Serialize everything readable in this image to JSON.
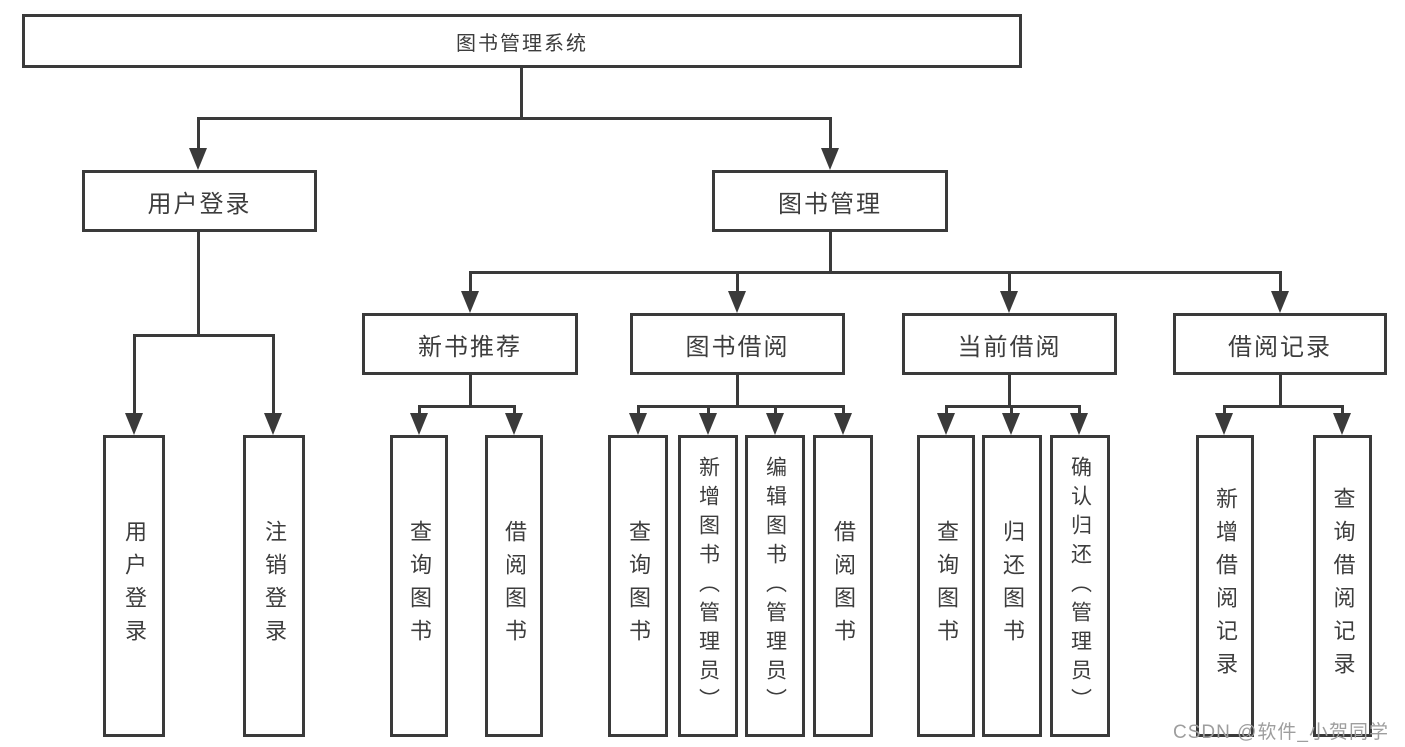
{
  "diagram_title": "图书管理系统",
  "colors": {
    "line": "#3a3a3a",
    "border": "#3a3a3a",
    "text": "#3d3d3d",
    "watermark": "#9e9e9e",
    "background": "#ffffff"
  },
  "nodes": {
    "root": {
      "label": "图书管理系统"
    },
    "user_login": {
      "label": "用户登录"
    },
    "book_mgmt": {
      "label": "图书管理"
    },
    "new_book_rec": {
      "label": "新书推荐"
    },
    "book_borrow": {
      "label": "图书借阅"
    },
    "current_borrow": {
      "label": "当前借阅"
    },
    "borrow_record": {
      "label": "借阅记录"
    },
    "leaf_user_login": {
      "label": "用户登录"
    },
    "leaf_logout": {
      "label": "注销登录"
    },
    "leaf_query_book_a": {
      "label": "查询图书"
    },
    "leaf_borrow_book_a": {
      "label": "借阅图书"
    },
    "leaf_query_book_b": {
      "label": "查询图书"
    },
    "leaf_add_book": {
      "label": "新增图书（管理员）"
    },
    "leaf_edit_book": {
      "label": "编辑图书（管理员）"
    },
    "leaf_borrow_book_b": {
      "label": "借阅图书"
    },
    "leaf_query_book_c": {
      "label": "查询图书"
    },
    "leaf_return_book": {
      "label": "归还图书"
    },
    "leaf_confirm_return": {
      "label": "确认归还（管理员）"
    },
    "leaf_add_record": {
      "label": "新增借阅记录"
    },
    "leaf_query_record": {
      "label": "查询借阅记录"
    }
  },
  "hierarchy": {
    "图书管理系统": {
      "用户登录": [
        "用户登录",
        "注销登录"
      ],
      "图书管理": {
        "新书推荐": [
          "查询图书",
          "借阅图书"
        ],
        "图书借阅": [
          "查询图书",
          "新增图书（管理员）",
          "编辑图书（管理员）",
          "借阅图书"
        ],
        "当前借阅": [
          "查询图书",
          "归还图书",
          "确认归还（管理员）"
        ],
        "借阅记录": [
          "新增借阅记录",
          "查询借阅记录"
        ]
      }
    }
  },
  "watermark": {
    "text": "CSDN @软件_小贺同学"
  }
}
